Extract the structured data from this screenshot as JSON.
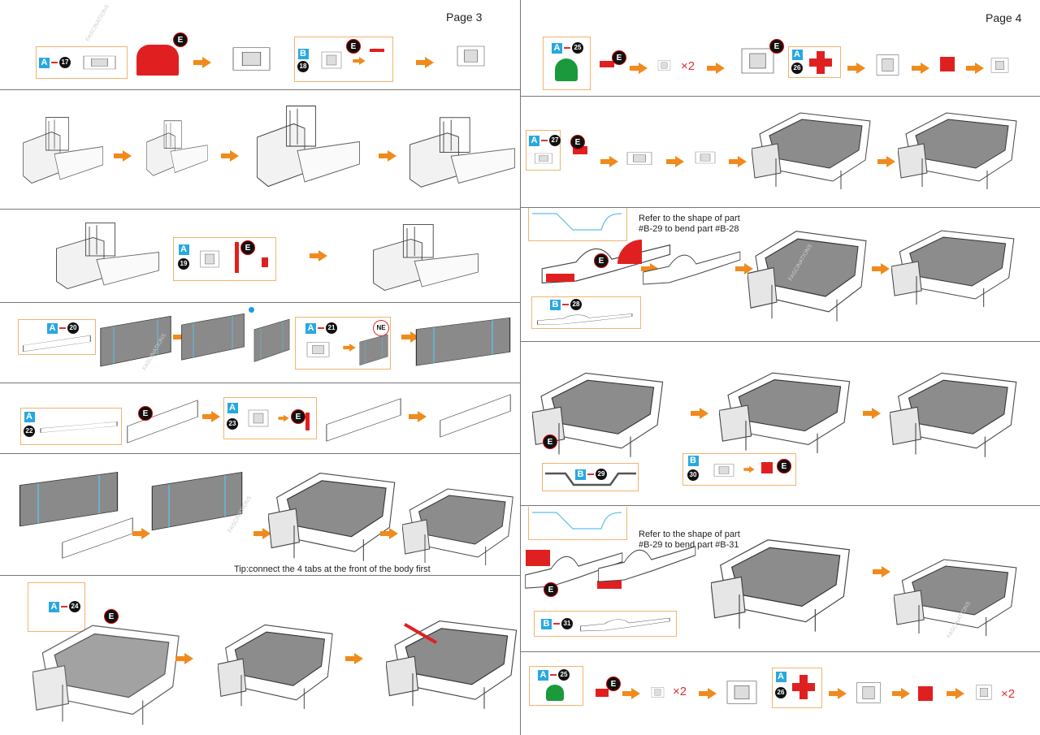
{
  "page3": {
    "title": "Page 3",
    "tip": "Tip:connect the 4 tabs at the front of the body first"
  },
  "page4": {
    "title": "Page 4",
    "note_b28": {
      "line1": "Refer to the shape of part",
      "line2": "#B-29 to bend part #B-28"
    },
    "note_b31": {
      "line1": "Refer to the shape of part",
      "line2": "#B-29 to bend part #B-31"
    }
  },
  "parts": {
    "a17": {
      "sheet": "A",
      "num": "17"
    },
    "b18": {
      "sheet": "B",
      "num": "18"
    },
    "a19": {
      "sheet": "A",
      "num": "19"
    },
    "a20": {
      "sheet": "A",
      "num": "20"
    },
    "a21": {
      "sheet": "A",
      "num": "21"
    },
    "a22": {
      "sheet": "A",
      "num": "22"
    },
    "a23": {
      "sheet": "A",
      "num": "23"
    },
    "a24": {
      "sheet": "A",
      "num": "24"
    },
    "a25": {
      "sheet": "A",
      "num": "25"
    },
    "a26": {
      "sheet": "A",
      "num": "26"
    },
    "a27": {
      "sheet": "A",
      "num": "27"
    },
    "b28": {
      "sheet": "B",
      "num": "28"
    },
    "b29": {
      "sheet": "B",
      "num": "29"
    },
    "b30": {
      "sheet": "B",
      "num": "30"
    },
    "b31": {
      "sheet": "B",
      "num": "31"
    }
  },
  "badges": {
    "e": "E",
    "ne": "NE"
  },
  "multiplier": "×2",
  "watermark": "FASCINATIONS",
  "colors": {
    "sheet_label": "#29a8e0",
    "arrow": "#f08a1c",
    "highlight": "#e02020",
    "callout_border": "#f2b46e"
  }
}
